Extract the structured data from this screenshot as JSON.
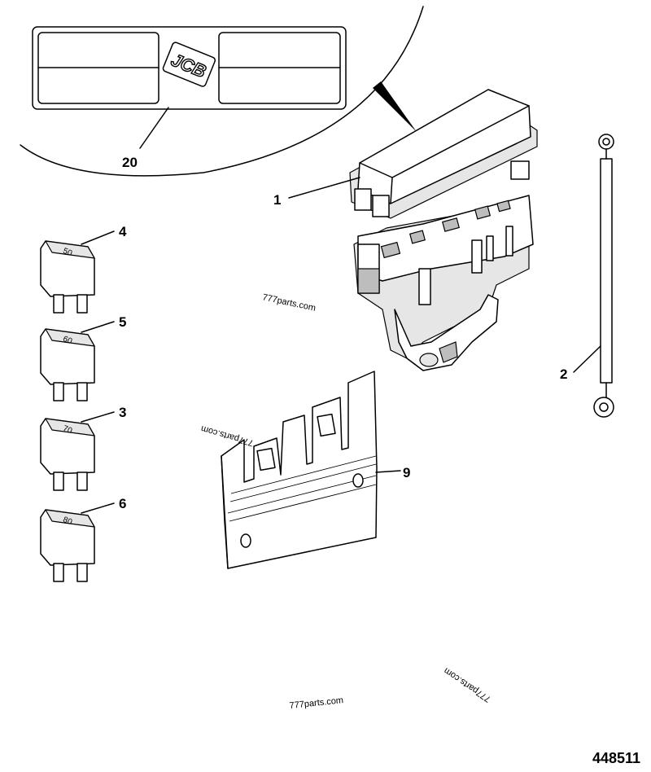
{
  "diagram": {
    "drawing_number": "448511",
    "logo_text": "JCB",
    "watermarks": [
      "777parts.com",
      "777parts.com",
      "777parts.com",
      "777parts.com"
    ],
    "callouts": {
      "c1": "1",
      "c2": "2",
      "c3": "3",
      "c4": "4",
      "c5": "5",
      "c6": "6",
      "c9": "9",
      "c20": "20"
    },
    "fuses": {
      "f4": "50",
      "f5": "60",
      "f3": "70",
      "f6": "80"
    }
  }
}
